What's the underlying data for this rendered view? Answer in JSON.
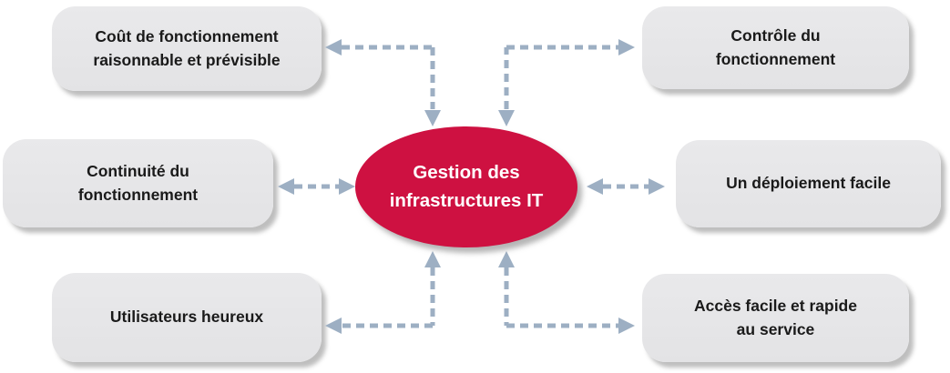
{
  "diagram": {
    "center": {
      "label": "Gestion des\ninfrastructures IT"
    },
    "nodes": [
      {
        "id": "cost",
        "label": "Coût de fonctionnement\nraisonnable et prévisible"
      },
      {
        "id": "control",
        "label": "Contrôle du\nfonctionnement"
      },
      {
        "id": "continuity",
        "label": "Continuité du\nfonctionnement"
      },
      {
        "id": "deployment",
        "label": "Un déploiement facile"
      },
      {
        "id": "users",
        "label": "Utilisateurs heureux"
      },
      {
        "id": "access",
        "label": "Accès facile et rapide\nau service"
      }
    ],
    "colors": {
      "node_fill": "#E5E5E7",
      "node_text": "#1A1A1A",
      "center_fill": "#CE1141",
      "center_text": "#FFFFFF",
      "arrow": "#9DAFC3",
      "background": "#FFFFFF"
    }
  }
}
